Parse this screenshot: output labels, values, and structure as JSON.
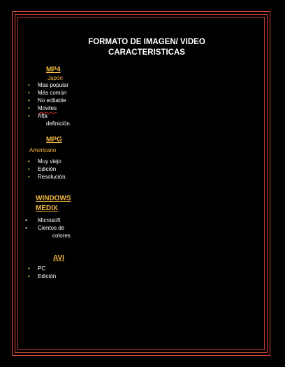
{
  "document": {
    "title_line1": "FORMATO DE IMAGEN/ VIDEO",
    "title_line2": "CARACTERISTICAS"
  },
  "sections": {
    "mp4": {
      "heading": "MP4",
      "subtitle": "Japón",
      "items": [
        "Mas popular",
        "Más común",
        "No editable",
        "Moviles",
        "Alta"
      ],
      "continuation": "definición."
    },
    "mpg": {
      "heading": "MPG",
      "subtitle": "Americano",
      "items": [
        "Muy viejo",
        "Edición",
        "Resolución."
      ]
    },
    "windows": {
      "heading_line1": "WINDOWS",
      "heading_line2": "MEDIX",
      "items": [
        "Microsoft",
        "Cientos de"
      ],
      "continuation": "colores"
    },
    "avi": {
      "heading": "AVI",
      "items": [
        "PC",
        "Edición"
      ]
    }
  },
  "colors": {
    "background": "#000000",
    "border": "#e2483a",
    "accent": "#f2b844",
    "text": "#ffffff"
  }
}
